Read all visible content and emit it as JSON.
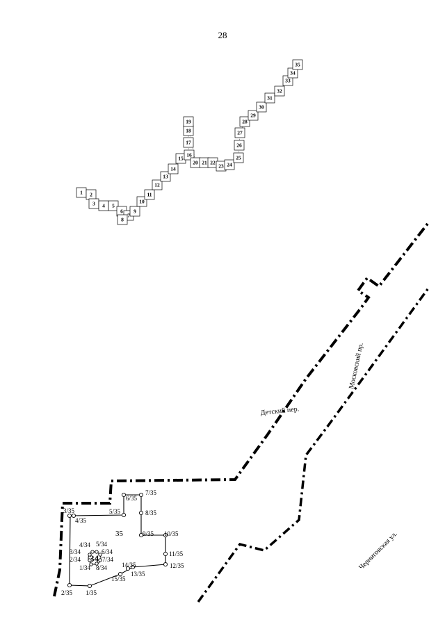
{
  "page_number": "28",
  "streets": {
    "detsky": "Детский пер.",
    "moskovsky": "Московский пр.",
    "chernigovskaya": "Черниговская ул."
  },
  "parcel_label": "35",
  "center_marker": "34",
  "tiles": [
    "1",
    "2",
    "3",
    "4",
    "5",
    "6",
    "7",
    "8",
    "9",
    "10",
    "11",
    "12",
    "13",
    "14",
    "15",
    "16",
    "17",
    "18",
    "19",
    "20",
    "21",
    "22",
    "23",
    "24",
    "25",
    "26",
    "27",
    "28",
    "29",
    "30",
    "31",
    "32",
    "33",
    "34",
    "35"
  ],
  "points_35": [
    "1/35",
    "2/35",
    "3/35",
    "4/35",
    "5/35",
    "6/35",
    "7/35",
    "8/35",
    "9/35",
    "10/35",
    "11/35",
    "12/35",
    "13/35",
    "14/35",
    "15/35"
  ],
  "points_34": [
    "1/34",
    "2/34",
    "3/34",
    "4/34",
    "5/34",
    "6/34",
    "7/34",
    "8/34"
  ]
}
